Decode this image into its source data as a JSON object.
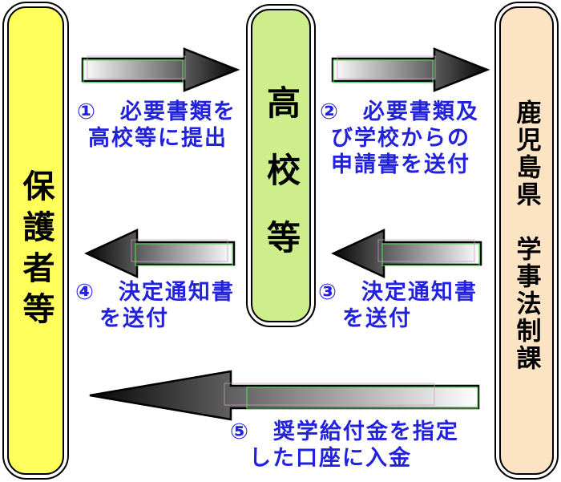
{
  "diagram": {
    "title_note": "奨学給付金の手続きの流れ図",
    "background": "#ffffff",
    "boxes": [
      {
        "id": "guardians",
        "label": "保護者等",
        "fill": "#ffff5c"
      },
      {
        "id": "highschool",
        "label": "高校等",
        "fill": "#cdee8b"
      },
      {
        "id": "prefecture",
        "label": "鹿児島県　学事法制課",
        "fill": "#fbe3c4"
      }
    ],
    "steps": [
      {
        "num": "①",
        "direction": "right",
        "from": "guardians",
        "to": "highschool",
        "label_lines": [
          "①　必要書類を",
          "高校等に提出"
        ]
      },
      {
        "num": "②",
        "direction": "right",
        "from": "highschool",
        "to": "prefecture",
        "label_lines": [
          "②　必要書類及",
          "び学校からの",
          "申請書を送付"
        ]
      },
      {
        "num": "③",
        "direction": "left",
        "from": "prefecture",
        "to": "highschool",
        "label_lines": [
          "③　決定通知書",
          "を送付"
        ]
      },
      {
        "num": "④",
        "direction": "left",
        "from": "highschool",
        "to": "guardians",
        "label_lines": [
          "④　決定通知書",
          "を送付"
        ]
      },
      {
        "num": "⑤",
        "direction": "left",
        "from": "prefecture",
        "to": "guardians",
        "label_lines": [
          "⑤　奨学給付金を指定",
          "した口座に入金"
        ]
      }
    ],
    "colors": {
      "caption_text": "#2222dd",
      "arrow_gradient_light": "#ffffff",
      "arrow_gradient_dark": "#050505",
      "arrow_outline": "#000000",
      "accent_green": "#55dd55",
      "accent_violet": "#cc99cc",
      "box_border": "#000000"
    }
  }
}
